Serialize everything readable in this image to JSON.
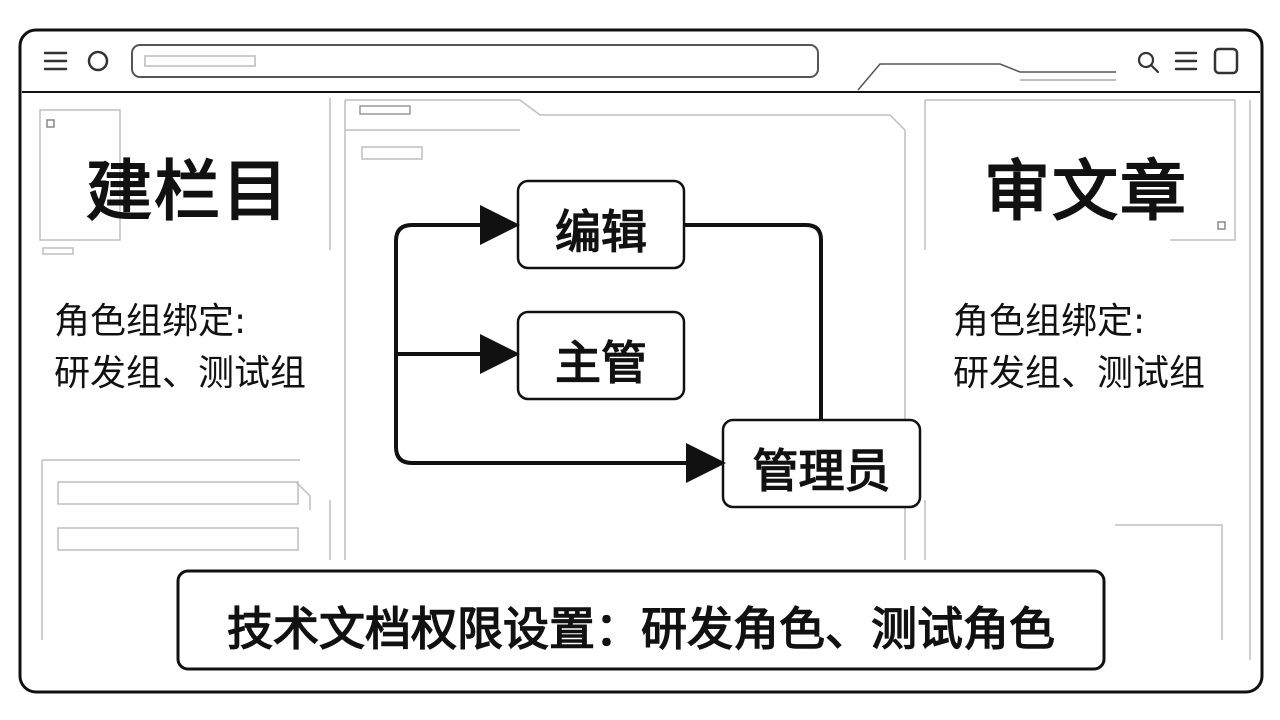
{
  "left_panel": {
    "title": "建栏目",
    "note_line1": "角色组绑定:",
    "note_line2": "研发组、测试组"
  },
  "right_panel": {
    "title": "审文章",
    "note_line1": "角色组绑定:",
    "note_line2": "研发组、测试组"
  },
  "flow": {
    "nodes": {
      "editor": "编辑",
      "supervisor": "主管",
      "admin": "管理员"
    }
  },
  "banner": {
    "text": "技术文档权限设置：研发角色、测试角色"
  },
  "toolbar_icons": [
    "menu-icon",
    "circle-icon",
    "search-icon",
    "menu-icon",
    "square-icon"
  ],
  "colors": {
    "ink": "#111111",
    "faint": "#bfbfbf",
    "background": "#ffffff"
  }
}
